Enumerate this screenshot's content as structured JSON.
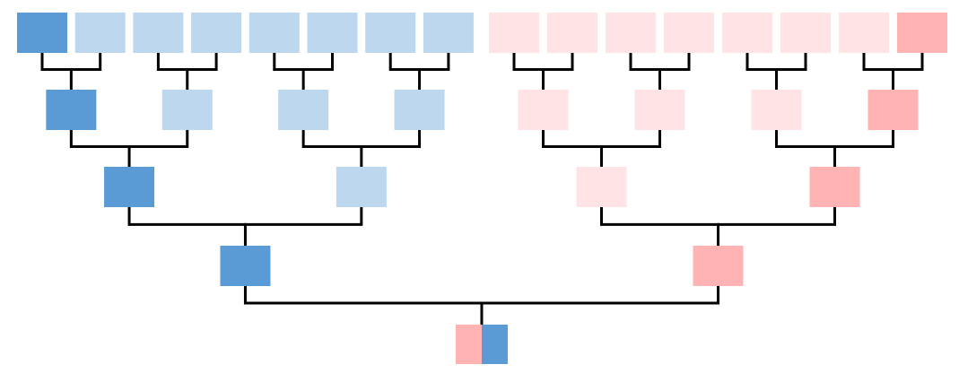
{
  "colors": {
    "blue_strong": "#5b9bd5",
    "blue_light": "#bdd7ee",
    "red_strong": "#ffb3b3",
    "red_light": "#ffe3e5",
    "line": "#000000",
    "background": "#ffffff"
  },
  "tree": {
    "rows": [
      [
        "blue_strong",
        "blue_light",
        "blue_light",
        "blue_light",
        "blue_light",
        "blue_light",
        "blue_light",
        "blue_light",
        "red_light",
        "red_light",
        "red_light",
        "red_light",
        "red_light",
        "red_light",
        "red_light",
        "red_strong"
      ],
      [
        "blue_strong",
        "blue_light",
        "blue_light",
        "blue_light",
        "red_light",
        "red_light",
        "red_light",
        "red_strong"
      ],
      [
        "blue_strong",
        "blue_light",
        "red_light",
        "red_strong"
      ],
      [
        "blue_strong",
        "red_strong"
      ]
    ],
    "root": [
      "red_strong",
      "blue_strong"
    ]
  }
}
